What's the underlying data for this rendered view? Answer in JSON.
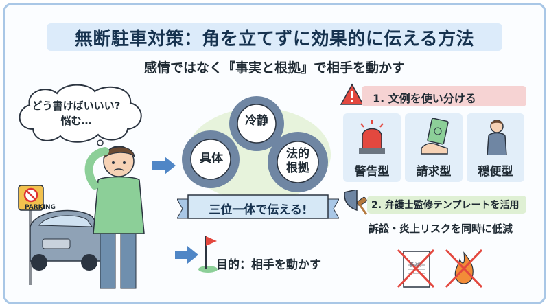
{
  "header": {
    "title": "無断駐車対策：角を立てずに効果的に伝える方法",
    "subtitle": "感情ではなく『事実と根拠』で相手を動かす"
  },
  "left": {
    "bubble_text": "どう書けばいいい?\n悩む…",
    "parking_sign_text": "PARKING"
  },
  "center": {
    "gears": [
      {
        "label": "冷静"
      },
      {
        "label": "具体"
      },
      {
        "label": "法的\n根拠"
      }
    ],
    "banner_text": "三位一体で伝える!",
    "goal_text": "目的：相手を動かす"
  },
  "right": {
    "section1_title": "1. 文例を使い分ける",
    "cards": [
      {
        "label": "警告型",
        "icon": "siren-icon"
      },
      {
        "label": "請求型",
        "icon": "money-hand-icon"
      },
      {
        "label": "穏便型",
        "icon": "bowing-person-icon"
      }
    ],
    "section2_title": "2. 弁護士監修テンプレートを活用",
    "risk_text": "訴訟・炎上リスクを同時に低減",
    "doc_text": "訴状"
  },
  "colors": {
    "accent_blue": "#4f86c6",
    "banner": "#d6e8f6",
    "warning_red": "#e3483f",
    "section1_bg": "#f6d3d3",
    "section2_bg": "#dff0d4",
    "gear_fill": "#6f86a3"
  }
}
